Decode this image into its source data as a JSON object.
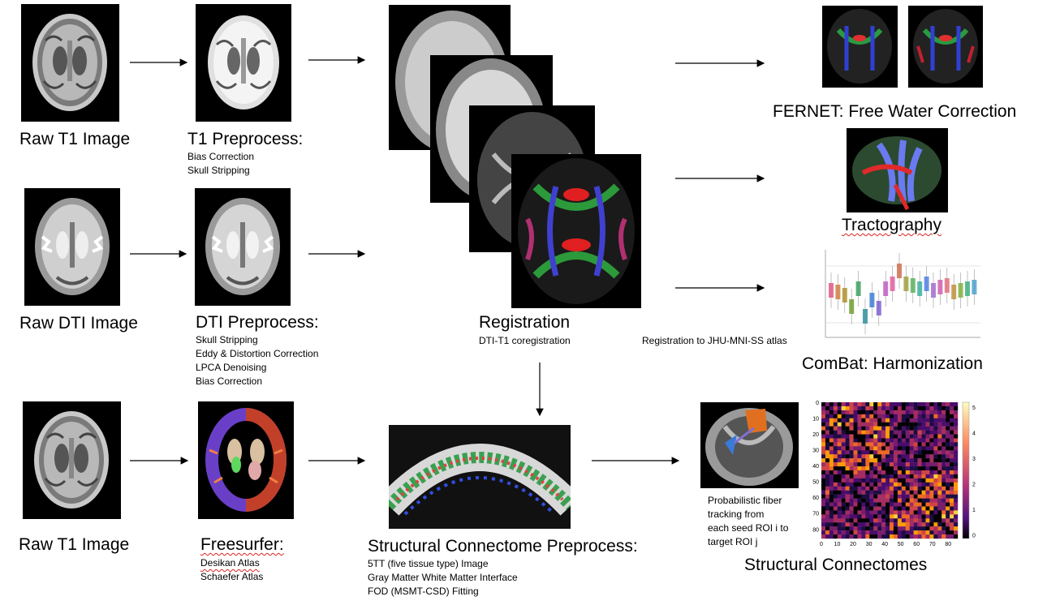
{
  "row1": {
    "raw_label": "Raw T1 Image",
    "pre_title": "T1 Preprocess:",
    "pre_steps": [
      "Bias Correction",
      "Skull Stripping"
    ]
  },
  "row2": {
    "raw_label": "Raw DTI Image",
    "pre_title": "DTI Preprocess:",
    "pre_steps": [
      "Skull Stripping",
      "Eddy & Distortion Correction",
      "LPCA Denoising",
      "Bias Correction"
    ]
  },
  "row3": {
    "raw_label": "Raw T1 Image",
    "fs_title": "Freesurfer:",
    "fs_steps": [
      "Desikan Atlas",
      "Schaefer Atlas"
    ],
    "scp_title": "Structural Connectome Preprocess:",
    "scp_steps": [
      "5TT (five tissue type) Image",
      "Gray Matter White Matter Interface",
      "FOD (MSMT-CSD) Fitting"
    ]
  },
  "registration": {
    "title": "Registration",
    "subtitle": "DTI-T1 coregistration",
    "atlas_note": "Registration to JHU-MNI-SS atlas"
  },
  "outputs": {
    "fernet": "FERNET: Free Water Correction",
    "tractography": "Tractography",
    "combat": "ComBat: Harmonization",
    "connectomes": "Structural Connectomes",
    "fiber_note": [
      "Probabilistic fiber",
      "tracking from",
      "each seed ROI i to",
      "target ROI j"
    ]
  },
  "heatmap": {
    "y_ticks": [
      "0",
      "10",
      "20",
      "30",
      "40",
      "50",
      "60",
      "70",
      "80"
    ],
    "x_ticks": [
      "0",
      "10",
      "20",
      "30",
      "40",
      "50",
      "60",
      "70",
      "80"
    ],
    "colorbar_ticks": [
      "5",
      "4",
      "3",
      "2",
      "1",
      "0"
    ]
  },
  "colors": {
    "arrow": "#000000",
    "squiggle": "#dd2222"
  }
}
